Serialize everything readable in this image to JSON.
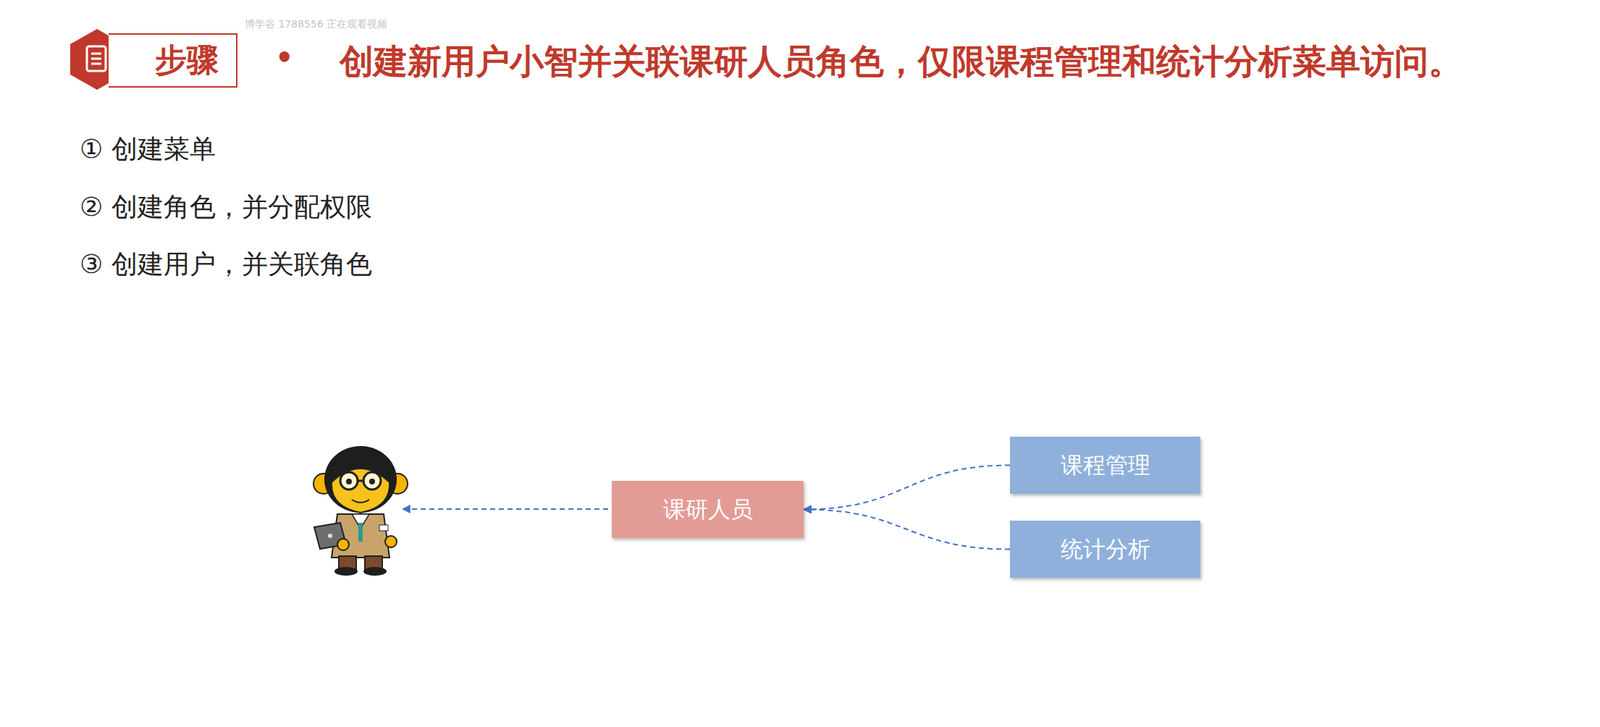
{
  "diagram": {
    "title": "创建新用户小智并关联课研人员角色，仅限课程管理和统计分析菜单访问。",
    "nodes": [
      {
        "text": [
          "步骤"
        ]
      },
      {
        "text": [
          "课研人员"
        ]
      },
      {
        "text": [
          "课程管理"
        ]
      },
      {
        "text": [
          "统计分析"
        ]
      }
    ],
    "edges": [
      {
        "from": 2,
        "to": 1,
        "arrow": "to"
      },
      {
        "from": 3,
        "to": 1,
        "arrow": "to"
      }
    ],
    "labels": [
      "博学谷 1788556 正在观看视频",
      "•",
      "① 创建菜单",
      "② 创建角色，并分配权限",
      "③ 创建用户，并关联角色"
    ]
  }
}
